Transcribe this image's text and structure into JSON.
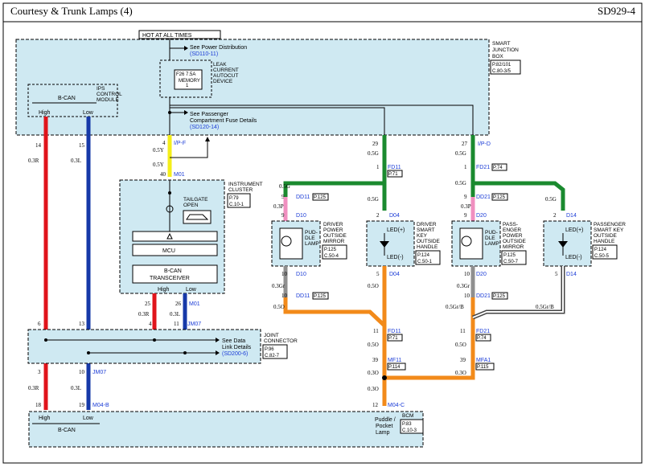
{
  "header": {
    "title": "Courtesy & Trunk Lamps (4)",
    "code": "SD929-4"
  },
  "top": {
    "hot_label": "HOT AT ALL TIMES",
    "see_power": "See Power Distribution",
    "power_ref": "(SD110-11)",
    "see_passenger": "See Passenger",
    "compartment": "Compartment Fuse Details",
    "passenger_ref": "(SD120-14)"
  },
  "smart_junction": {
    "name_lines": [
      "SMART",
      "JUNCTION",
      "BOX"
    ],
    "page": "P.82/101",
    "coord": "C.80-3/5",
    "leak_lines": [
      "LEAK",
      "CURRENT",
      "AUTOCUT",
      "DEVICE"
    ],
    "fuse": "F26 7.5A",
    "memory_lines": [
      "MEMORY",
      "1"
    ]
  },
  "ips": {
    "lines": [
      "IPS",
      "CONTROL",
      "MODULE"
    ],
    "bus": "B-CAN",
    "high": "High",
    "low": "Low"
  },
  "instrument": {
    "lines": [
      "INSTRUMENT",
      "CLUSTER"
    ],
    "page": "P.79",
    "coord": "C.10-1",
    "tailgate_lines": [
      "TAILGATE",
      "OPEN"
    ],
    "mcu": "MCU",
    "trans_lines": [
      "B-CAN",
      "TRANSCEIVER"
    ],
    "high": "High",
    "low": "Low"
  },
  "joint": {
    "lines": [
      "JOINT",
      "CONNECTOR"
    ],
    "page": "P.96",
    "coord": "C.82-7",
    "see_lines": [
      "See Data",
      "Link Details"
    ],
    "see_ref": "(SD200-6)"
  },
  "bcm": {
    "name": "BCM",
    "page": "P.83",
    "coord": "C.10-3",
    "bus": "B-CAN",
    "high": "High",
    "low": "Low",
    "puddle_lines": [
      "Puddle /",
      "Pocket",
      "Lamp"
    ]
  },
  "driver_puddle": {
    "label_lines": [
      "DRIVER",
      "POWER",
      "OUTSIDE",
      "MIRROR"
    ],
    "page": "P.125",
    "coord": "C.50-4",
    "lamp_lines": [
      "PUD-",
      "DLE",
      "LAMP"
    ]
  },
  "driver_key": {
    "label_lines": [
      "DRIVER",
      "SMART",
      "KEY",
      "OUTSIDE",
      "HANDLE"
    ],
    "page": "P.124",
    "coord": "C.50-1",
    "led_plus": "LED(+)",
    "led_minus": "LED(-)"
  },
  "pass_puddle": {
    "label_lines": [
      "PASS-",
      "ENGER",
      "POWER",
      "OUTSIDE",
      "MIRROR"
    ],
    "page": "P.125",
    "coord": "C.50-7",
    "lamp_lines": [
      "PUD-",
      "DLE",
      "LAMP"
    ]
  },
  "pass_key": {
    "label_lines": [
      "PASSENGER",
      "SMART KEY",
      "OUTSIDE",
      "HANDLE"
    ],
    "page": "P.124",
    "coord": "C.50-5",
    "led_plus": "LED(+)",
    "led_minus": "LED(-)"
  },
  "wire_labels": {
    "w03r": "0.3R",
    "w03l": "0.3L",
    "w05y": "0.5Y",
    "w05g": "0.5G",
    "w03p": "0.3P",
    "w03gr": "0.3Gr",
    "w05o": "0.5O",
    "w03o": "0.3O",
    "w05grb": "0.5Gr/B",
    "p14": "14",
    "p15": "15",
    "p4": "4",
    "p40": "40",
    "p29": "29",
    "p27": "27",
    "p1": "1",
    "p9": "9",
    "p2": "2",
    "p10": "10",
    "p5": "5",
    "p11": "11",
    "p39": "39",
    "p12": "12",
    "p6": "6",
    "p13": "13",
    "p25": "25",
    "p26": "26",
    "p3": "3",
    "p18": "18",
    "p19": "19",
    "i_ip_f": "I/P-F",
    "i_ip_d": "I/P-D",
    "m01": "M01",
    "fd11": "FD11",
    "fd21": "FD21",
    "dd11": "DD11",
    "dd21": "DD21",
    "d10": "D10",
    "d20": "D20",
    "d04": "D04",
    "d14": "D14",
    "jm07": "JM07",
    "mf11": "MF11",
    "mfa1": "MFA1",
    "m04c": "M04-C",
    "m04b": "M04-B",
    "r_p71": "P.71",
    "r_p74": "P.74",
    "r_p125": "P.125",
    "r_p114": "P.114",
    "r_p115": "P.115"
  },
  "colors": {
    "red": "#e0141b",
    "blue": "#1639a8",
    "yellow": "#f4ee1a",
    "green": "#1a8a2f",
    "pink": "#f08fc0",
    "gray": "#8f8f8f",
    "orange": "#f28a1a",
    "box": "#cfe9f2"
  }
}
